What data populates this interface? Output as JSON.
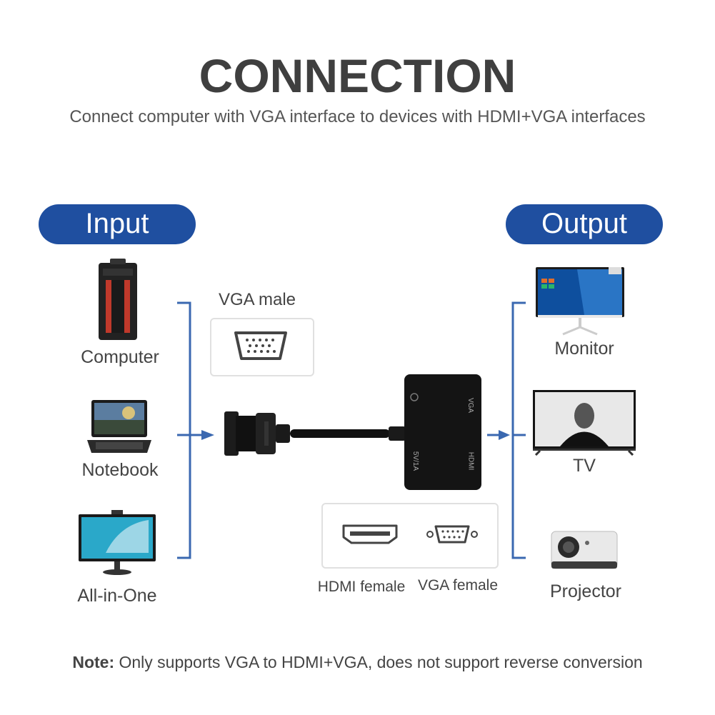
{
  "header": {
    "title": "CONNECTION",
    "subtitle": "Connect computer with VGA interface to devices with HDMI+VGA interfaces"
  },
  "input": {
    "label": "Input",
    "devices": [
      {
        "label": "Computer",
        "icon": "computer-tower-icon"
      },
      {
        "label": "Notebook",
        "icon": "laptop-icon"
      },
      {
        "label": "All-in-One",
        "icon": "all-in-one-icon"
      }
    ]
  },
  "output": {
    "label": "Output",
    "devices": [
      {
        "label": "Monitor",
        "icon": "monitor-icon"
      },
      {
        "label": "TV",
        "icon": "tv-icon"
      },
      {
        "label": "Projector",
        "icon": "projector-icon"
      }
    ]
  },
  "adapter": {
    "vga_male_label": "VGA male",
    "hdmi_female_label": "HDMI female",
    "vga_female_label": "VGA female",
    "port_labels": {
      "vga": "VGA",
      "hdmi": "HDMI",
      "power": "5V/1A"
    }
  },
  "note": {
    "prefix": "Note:",
    "text": " Only supports VGA to HDMI+VGA, does not support reverse conversion"
  },
  "colors": {
    "accent": "#1f4fa0",
    "bracket": "#3a68b0",
    "text": "#444444"
  }
}
